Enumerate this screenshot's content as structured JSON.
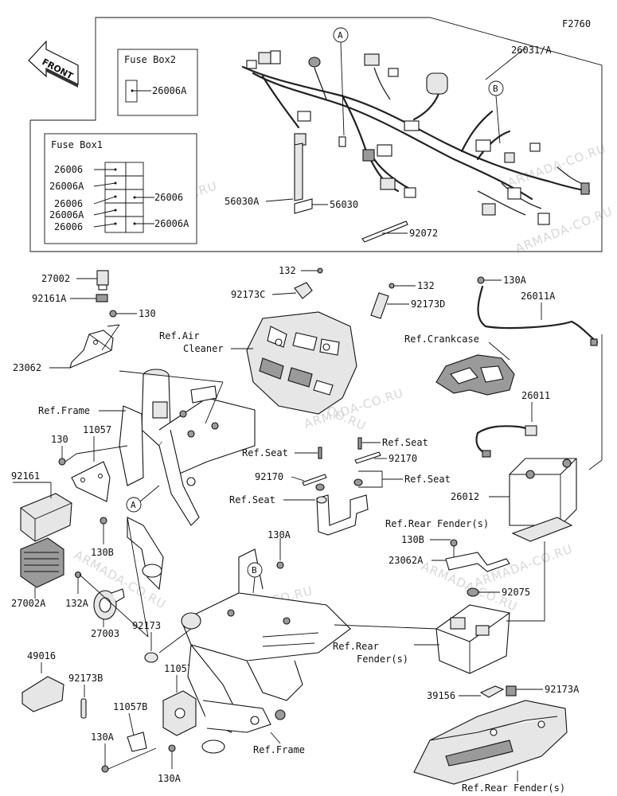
{
  "figure_code": "F2760",
  "front_label": "FRONT",
  "fuse_box2": {
    "title": "Fuse Box2",
    "parts": [
      "26006A"
    ]
  },
  "fuse_box1": {
    "title": "Fuse Box1",
    "left_parts": [
      "26006",
      "26006A",
      "26006",
      "26006A",
      "26006"
    ],
    "right_parts": [
      "26006",
      "26006A"
    ]
  },
  "callouts": {
    "a": "A",
    "b": "B"
  },
  "parts": {
    "harness": "26031/A",
    "bracket_a": "56030A",
    "bracket": "56030",
    "band_top": "92072",
    "relay": "27002",
    "damper_relay": "92161A",
    "bolt_130_top": "130",
    "bracket_23062": "23062",
    "ref_frame_top": "Ref.Frame",
    "bolt_130_mid": "130",
    "plate_11057": "11057",
    "damper_92161": "92161",
    "bolt_130b": "130B",
    "regulator": "27002A",
    "bolt_132a": "132A",
    "horn": "27003",
    "band_92173": "92173",
    "cover_49016": "49016",
    "band_92173b": "92173B",
    "bracket_11057a": "11057A",
    "bracket_11057b": "11057B",
    "bolt_130a_left": "130A",
    "bolt_130a_bottom": "130A",
    "ref_frame_bottom": "Ref.Frame",
    "bolt_132_left": "132",
    "clamp_92173c": "92173C",
    "ref_air_cleaner_1": "Ref.Air",
    "ref_air_cleaner_2": "Cleaner",
    "bolt_132_right": "132",
    "clamp_92173d": "92173D",
    "ref_seat_1": "Ref.Seat",
    "ref_seat_2": "Ref.Seat",
    "band_92170_left": "92170",
    "band_92170_right": "92170",
    "ref_seat_3": "Ref.Seat",
    "ref_seat_4": "Ref.Seat",
    "bolt_130a_center": "130A",
    "bolt_130a_top": "130A",
    "cable_26011a": "26011A",
    "ref_crankcase": "Ref.Crankcase",
    "lead_26011": "26011",
    "battery": "26012",
    "ref_rear_fender_1": "Ref.Rear Fender(s)",
    "bolt_130b_right": "130B",
    "bracket_23062a": "23062A",
    "damper_92075": "92075",
    "ref_rear_fender_2a": "Ref.Rear",
    "ref_rear_fender_2b": "Fender(s)",
    "pad_39156": "39156",
    "clamp_92173a": "92173A",
    "ref_rear_fender_3": "Ref.Rear Fender(s)"
  },
  "watermark": "ARMADA-CO.RU"
}
